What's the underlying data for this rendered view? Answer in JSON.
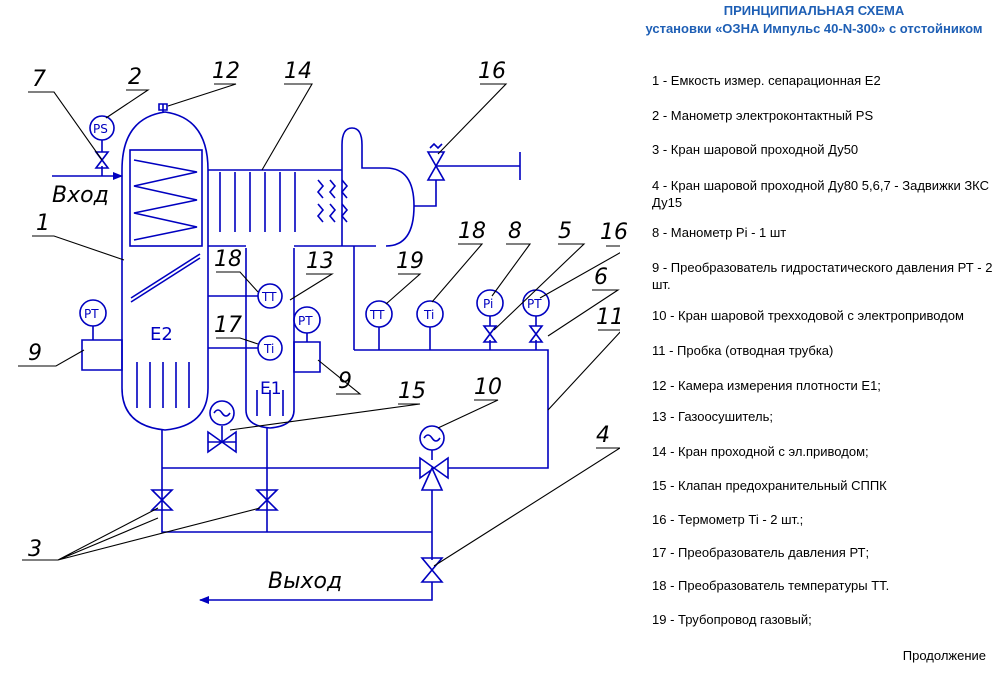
{
  "header": {
    "title": "ПРИНЦИПИАЛЬНАЯ СХЕМА",
    "subtitle": "установки «ОЗНА Импульс 40-N-300» с отстойником"
  },
  "diagram": {
    "flows": {
      "inlet": "Вход",
      "outlet": "Выход"
    },
    "vessels": {
      "separator": "E2",
      "density_chamber": "E1"
    },
    "instruments": {
      "ps": "PS",
      "pt": "PT",
      "tt": "TT",
      "ti": "Ti",
      "pi": "Pi"
    },
    "callouts": [
      "1",
      "2",
      "3",
      "4",
      "5",
      "6",
      "7",
      "8",
      "9",
      "9",
      "10",
      "11",
      "12",
      "13",
      "14",
      "15",
      "16",
      "16",
      "17",
      "18",
      "18",
      "19"
    ]
  },
  "legend": [
    "1 - Емкость измер. сепарационная Е2",
    "2 - Манометр электроконтактный PS",
    "3 - Кран шаровой проходной Ду50",
    "4 - Кран шаровой проходной Ду80 5,6,7 - Задвижки ЗКС Ду15",
    "8 - Манометр Pi - 1 шт",
    "9 - Преобразователь гидростатического давления РТ - 2 шт.",
    "10 - Кран шаровой трехходовой с электроприводом",
    "11 - Пробка (отводная трубка)",
    "12 - Камера измерения плотности Е1;",
    "13 - Газоосушитель;",
    "14 - Кран проходной с эл.приводом;",
    "15 - Клапан предохранительный СППК",
    "16 - Термометр Ti - 2 шт.;",
    "17 - Преобразователь давления РТ;",
    "18 - Преобразователь температуры ТТ.",
    "19 - Трубопровод газовый;"
  ],
  "footer": {
    "continuation": "Продолжение"
  }
}
